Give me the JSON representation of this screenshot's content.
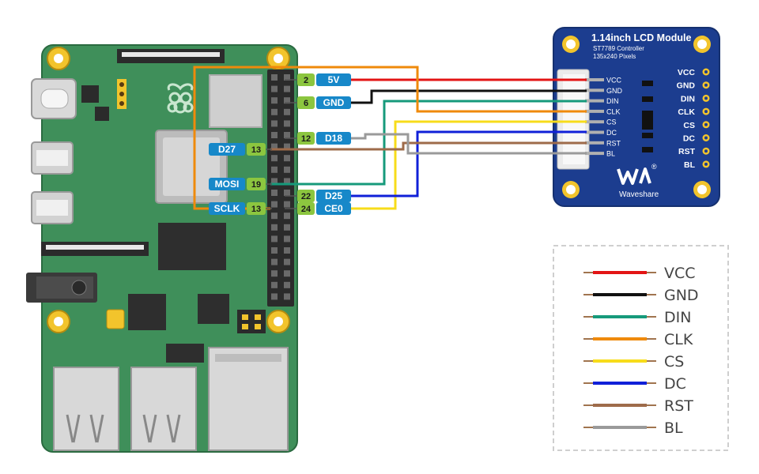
{
  "colors": {
    "board": "#3f8f5a",
    "board_dark": "#2f6f45",
    "lcd": "#1c3d8f",
    "label_blue": "#1788c9",
    "label_green": "#8cc63f",
    "VCC": "#e31414",
    "GND": "#111111",
    "DIN": "#169a7b",
    "CLK": "#ef8a0b",
    "CS": "#f7dc1a",
    "DC": "#1020d8",
    "RST": "#9e6b4a",
    "BL": "#9a9a9a"
  },
  "pi": {
    "logo": "raspberry-pi-logo-icon",
    "right_labels": [
      {
        "pin": "2",
        "signal": "5V"
      },
      {
        "pin": "6",
        "signal": "GND"
      },
      {
        "pin": "12",
        "signal": "D18"
      },
      {
        "pin": "22",
        "signal": "D25"
      },
      {
        "pin": "24",
        "signal": "CE0"
      }
    ],
    "left_labels": [
      {
        "signal": "D27",
        "pin": "13"
      },
      {
        "signal": "MOSI",
        "pin": "19"
      },
      {
        "signal": "SCLK",
        "pin": "13"
      }
    ]
  },
  "lcd": {
    "title": "1.14inch LCD Module",
    "subtitle1": "ST7789 Controller",
    "subtitle2": "135x240 Pixels",
    "connector_pins": [
      "VCC",
      "GND",
      "DIN",
      "CLK",
      "CS",
      "DC",
      "RST",
      "BL"
    ],
    "side_pins": [
      "VCC",
      "GND",
      "DIN",
      "CLK",
      "CS",
      "DC",
      "RST",
      "BL"
    ],
    "brand": "Waveshare",
    "registered": "®"
  },
  "legend": {
    "items": [
      {
        "name": "VCC",
        "color": "#e31414"
      },
      {
        "name": "GND",
        "color": "#111111"
      },
      {
        "name": "DIN",
        "color": "#169a7b"
      },
      {
        "name": "CLK",
        "color": "#ef8a0b"
      },
      {
        "name": "CS",
        "color": "#f7dc1a"
      },
      {
        "name": "DC",
        "color": "#1020d8"
      },
      {
        "name": "RST",
        "color": "#9e6b4a"
      },
      {
        "name": "BL",
        "color": "#9a9a9a"
      }
    ]
  }
}
